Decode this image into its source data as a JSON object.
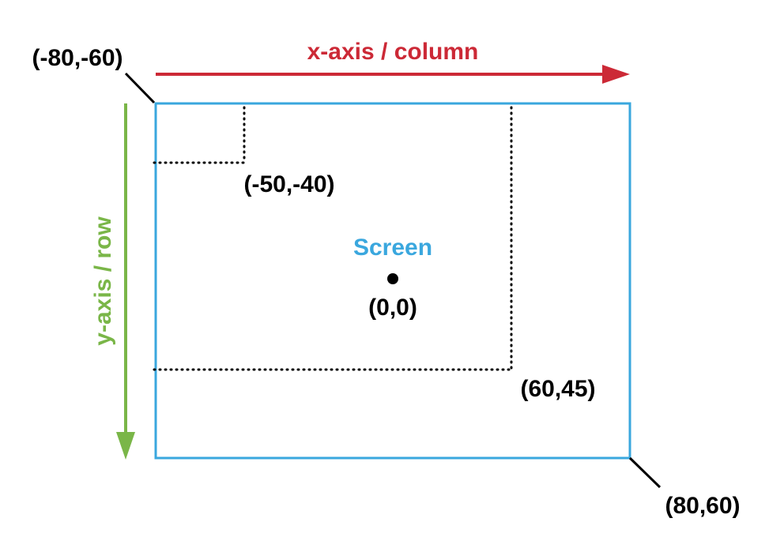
{
  "title_x_axis": "x-axis / column",
  "title_y_axis": "y-axis / row",
  "screen_label": "Screen",
  "points": {
    "top_left": "(-80,-60)",
    "inner_top_left": "(-50,-40)",
    "center": "(0,0)",
    "inner_bottom_right": "(60,45)",
    "bottom_right": "(80,60)"
  },
  "colors": {
    "x_axis": "#cc2936",
    "y_axis": "#7ab648",
    "screen": "#3aa7de",
    "text": "#000000"
  }
}
